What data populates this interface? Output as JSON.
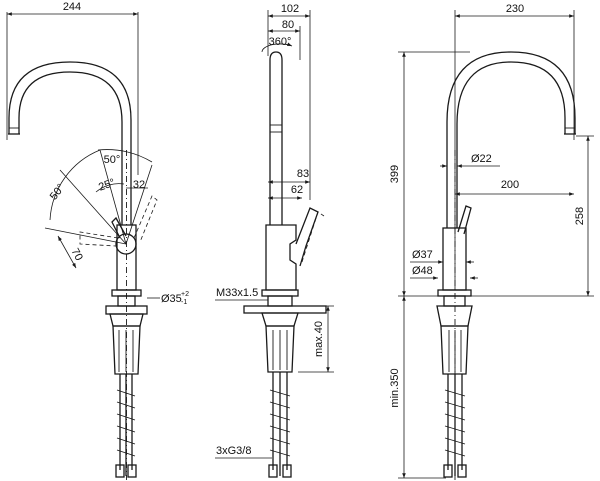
{
  "dimensions": {
    "front_width": "244",
    "side_overall": "102",
    "side_spout": "80",
    "rotation": "360°",
    "side_83": "83",
    "side_62": "62",
    "thread": "M33x1.5",
    "max_40": "max.40",
    "hoses": "3xG3/8",
    "right_width": "230",
    "height_399": "399",
    "spout_dia": "Ø22",
    "reach_200": "200",
    "outlet_258": "258",
    "body_dia": "Ø37",
    "base_dia": "Ø48",
    "min_350": "min.350"
  },
  "angles": {
    "a_50_upper": "50°",
    "a_50_left": "50°",
    "a_25": "25°",
    "lever_32": "32",
    "lever_70": "70"
  },
  "hole": {
    "label": "Ø35",
    "tol_plus": "+2",
    "tol_minus": "-1"
  }
}
